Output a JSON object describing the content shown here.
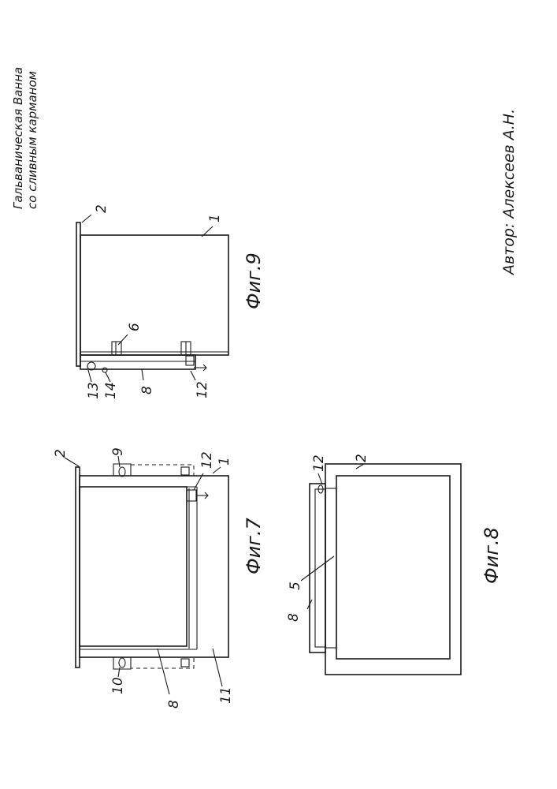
{
  "header": {
    "line1": "Гальваническая Ванна",
    "line2": "со сливным карманом"
  },
  "author": "Автор: Алексеев А.Н.",
  "figures": {
    "fig7": {
      "caption": "Фиг.7",
      "labels": {
        "n1": "1",
        "n2": "2",
        "n8": "8",
        "n9": "9",
        "n10": "10",
        "n11": "11",
        "n12": "12"
      }
    },
    "fig8": {
      "caption": "Фиг.8",
      "labels": {
        "n2": "2",
        "n5": "5",
        "n8": "8",
        "n12": "12"
      }
    },
    "fig9": {
      "caption": "Фиг.9",
      "labels": {
        "n1": "1",
        "n2": "2",
        "n6": "6",
        "n8": "8",
        "n12": "12",
        "n13": "13",
        "n14": "14"
      }
    }
  }
}
